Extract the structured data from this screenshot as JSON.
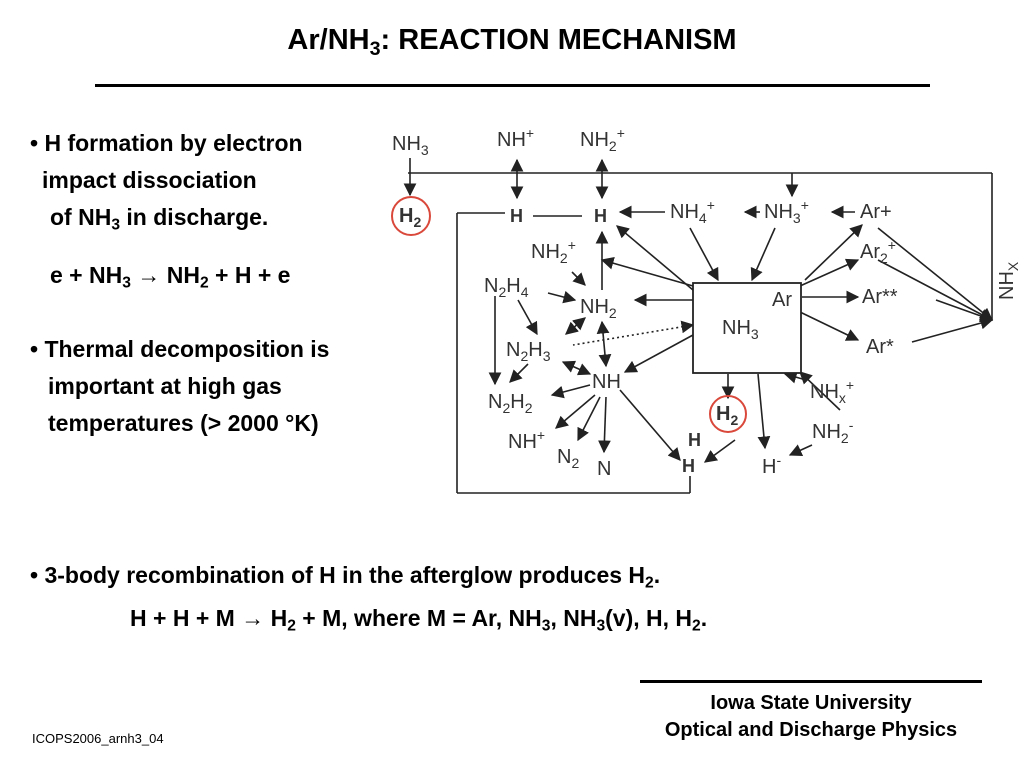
{
  "title": {
    "pre": "Ar/NH",
    "sub": "3",
    "post": ": REACTION MECHANISM"
  },
  "bullet1": {
    "line1": "• H formation by electron",
    "line2": "impact dissociation",
    "line3_pre": "of NH",
    "line3_sub": "3",
    "line3_post": " in discharge.",
    "eq_a": "e + NH",
    "eq_sub1": "3",
    "eq_b": " → NH",
    "eq_sub2": "2",
    "eq_c": " + H + e"
  },
  "bullet2": {
    "line1": "• Thermal decomposition is",
    "line2": "important at high gas",
    "line3": "temperatures (> 2000 °K)"
  },
  "bullet3": {
    "line_pre": "• 3-body recombination of H in the afterglow produces H",
    "line_sub": "2",
    "line_post": ".",
    "eq_1": "H + H + M → H",
    "eq_s1": "2",
    "eq_2": " + M,  where M = Ar, NH",
    "eq_s2": "3",
    "eq_3": ", NH",
    "eq_s3": "3",
    "eq_4": "(v), H, H",
    "eq_s4": "2",
    "eq_5": "."
  },
  "footer": {
    "university": "Iowa State University",
    "group": "Optical and Discharge Physics",
    "slide_id": "ICOPS2006_arnh3_04"
  },
  "diagram": {
    "nh3_top": {
      "base": "NH",
      "sub": "3"
    },
    "nh_plus": {
      "base": "NH",
      "sup": "+"
    },
    "nh2_plus_top": {
      "base": "NH",
      "sub": "2",
      "sup": "+"
    },
    "h2_left": {
      "base": "H",
      "sub": "2"
    },
    "h_a": "H",
    "h_b": "H",
    "nh4_plus": {
      "base": "NH",
      "sub": "4",
      "sup": "+"
    },
    "nh3_plus": {
      "base": "NH",
      "sub": "3",
      "sup": "+"
    },
    "ar_plus": "Ar+",
    "ar2_plus": {
      "base": "Ar",
      "sub": "2",
      "sup": "+"
    },
    "ar_star2": "Ar**",
    "ar_star": "Ar*",
    "nhx": {
      "base": "NH",
      "sub": "X"
    },
    "box_ar": "Ar",
    "box_nh3": {
      "base": "NH",
      "sub": "3"
    },
    "nh2_plus_mid": {
      "base": "NH",
      "sub": "2",
      "sup": "+"
    },
    "n2h4": {
      "base1": "N",
      "sub1": "2",
      "base2": "H",
      "sub2": "4"
    },
    "nh2_mid": {
      "base": "NH",
      "sub": "2"
    },
    "n2h3": {
      "base1": "N",
      "sub1": "2",
      "base2": "H",
      "sub2": "3"
    },
    "nh_mid": "NH",
    "n2h2": {
      "base1": "N",
      "sub1": "2",
      "base2": "H",
      "sub2": "2"
    },
    "nh_plus_low": {
      "base": "NH",
      "sup": "+"
    },
    "n2": {
      "base": "N",
      "sub": "2"
    },
    "n": "N",
    "h2_low": {
      "base": "H",
      "sub": "2"
    },
    "h_c": "H",
    "h_d": "H",
    "h_minus": {
      "base": "H",
      "sup": "-"
    },
    "nhx_plus": {
      "base": "NH",
      "sub": "x",
      "sup": "+"
    },
    "nh2_minus": {
      "base": "NH",
      "sub": "2",
      "sup": "-"
    }
  }
}
